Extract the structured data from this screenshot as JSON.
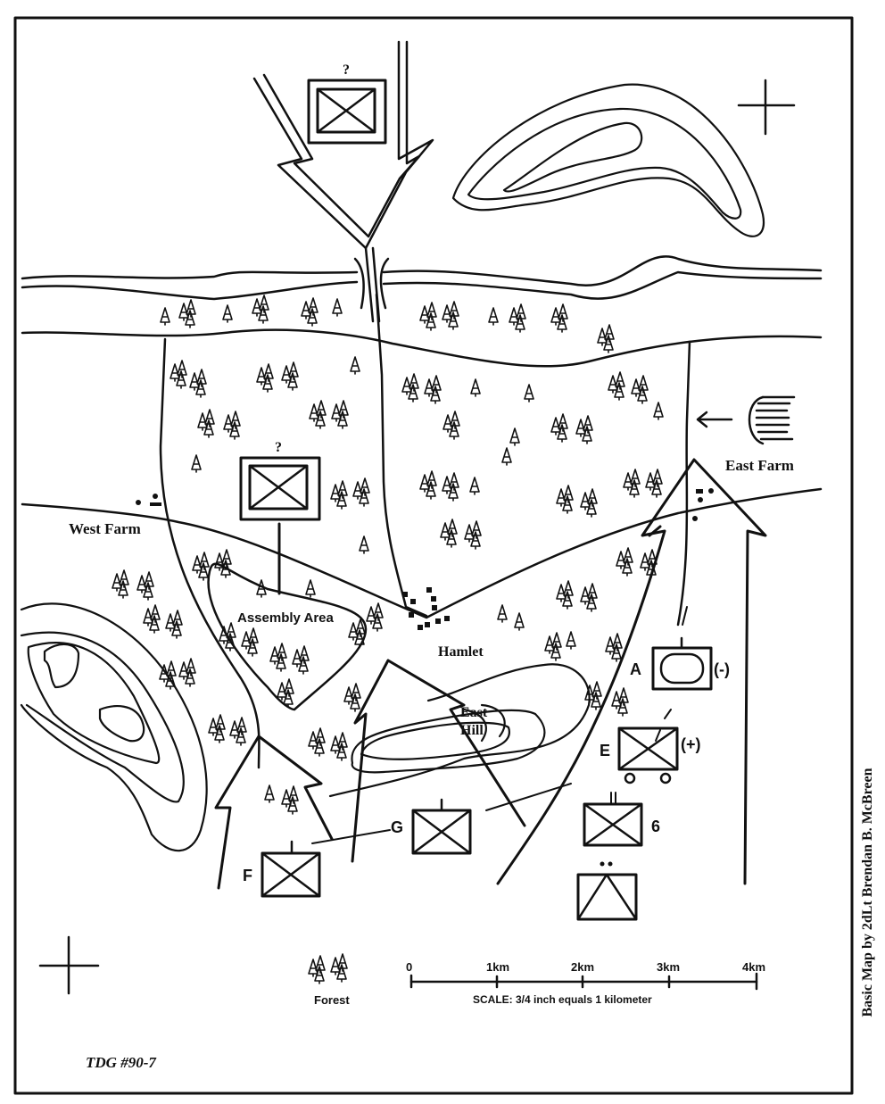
{
  "map": {
    "title": "TDG #90-7",
    "credit": "Basic Map by 2dLt Brendan B. McBreen",
    "labels": {
      "west_farm": "West Farm",
      "east_farm": "East Farm",
      "assembly_area": "Assembly Area",
      "hamlet": "Hamlet",
      "east_hill_1": "East",
      "east_hill_2": "Hill"
    },
    "unknown_marker": "?",
    "units": [
      {
        "id": "A",
        "label": "A",
        "modifier": "(-)",
        "type": "armor"
      },
      {
        "id": "E",
        "label": "E",
        "modifier": "(+)",
        "type": "mechanized-infantry"
      },
      {
        "id": "G",
        "label": "G",
        "modifier": "",
        "type": "infantry"
      },
      {
        "id": "F",
        "label": "F",
        "modifier": "",
        "type": "infantry"
      },
      {
        "id": "6",
        "label": "6",
        "modifier": "",
        "type": "infantry-battalion"
      },
      {
        "id": "art",
        "label": "",
        "modifier": "",
        "type": "artillery"
      }
    ],
    "legend": {
      "forest_label": "Forest"
    },
    "scale": {
      "ticks": [
        "0",
        "1km",
        "2km",
        "3km",
        "4km"
      ],
      "caption": "SCALE: 3/4 inch equals 1 kilometer"
    },
    "colors": {
      "ink": "#111111",
      "paper": "#ffffff"
    }
  }
}
